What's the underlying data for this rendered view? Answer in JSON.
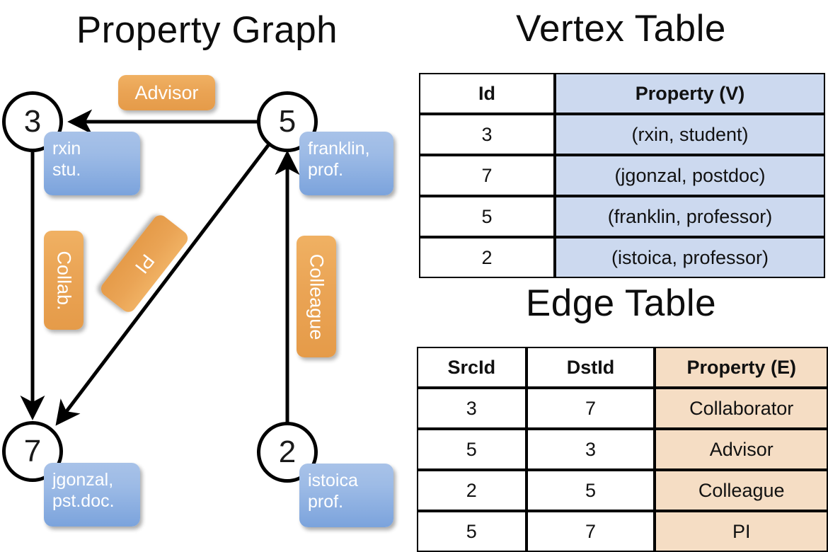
{
  "titles": {
    "property_graph": "Property Graph",
    "vertex_table": "Vertex Table",
    "edge_table": "Edge Table"
  },
  "graph": {
    "nodes": [
      {
        "id": "3",
        "property_lines": [
          "rxin",
          "stu."
        ]
      },
      {
        "id": "5",
        "property_lines": [
          "franklin,",
          "prof."
        ]
      },
      {
        "id": "7",
        "property_lines": [
          "jgonzal,",
          "pst.doc."
        ]
      },
      {
        "id": "2",
        "property_lines": [
          "istoica",
          "prof."
        ]
      }
    ],
    "edge_labels": [
      {
        "name": "advisor",
        "text": "Advisor"
      },
      {
        "name": "collab",
        "text": "Collab."
      },
      {
        "name": "pi",
        "text": "PI"
      },
      {
        "name": "colleague",
        "text": "Colleague"
      }
    ],
    "edges": [
      {
        "src": "5",
        "dst": "3",
        "label": "Advisor"
      },
      {
        "src": "3",
        "dst": "7",
        "label": "Collab."
      },
      {
        "src": "5",
        "dst": "7",
        "label": "PI"
      },
      {
        "src": "2",
        "dst": "5",
        "label": "Colleague"
      }
    ]
  },
  "vertex_table": {
    "headers": [
      "Id",
      "Property (V)"
    ],
    "rows": [
      {
        "id": "3",
        "property": "(rxin, student)"
      },
      {
        "id": "7",
        "property": "(jgonzal, postdoc)"
      },
      {
        "id": "5",
        "property": "(franklin, professor)"
      },
      {
        "id": "2",
        "property": "(istoica, professor)"
      }
    ]
  },
  "edge_table": {
    "headers": [
      "SrcId",
      "DstId",
      "Property (E)"
    ],
    "rows": [
      {
        "src": "3",
        "dst": "7",
        "property": "Collaborator"
      },
      {
        "src": "5",
        "dst": "3",
        "property": "Advisor"
      },
      {
        "src": "2",
        "dst": "5",
        "property": "Colleague"
      },
      {
        "src": "5",
        "dst": "7",
        "property": "PI"
      }
    ]
  },
  "colors": {
    "vertex_property_fill": "#ccd9ef",
    "edge_property_fill": "#f5ddc4",
    "node_property_box": "#7ba3dc",
    "edge_label_box": "#eaa455",
    "stroke": "#000000"
  }
}
